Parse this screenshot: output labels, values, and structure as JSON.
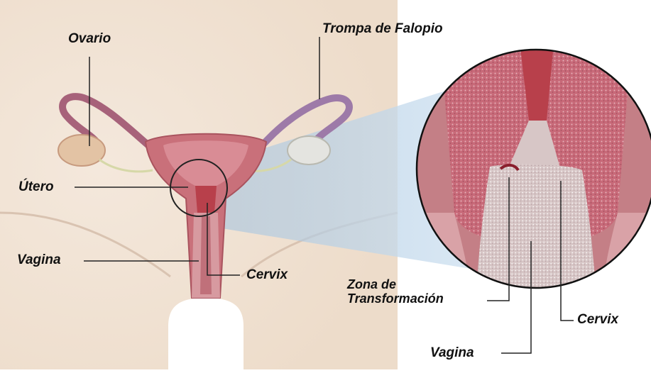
{
  "labels": {
    "ovario": "Ovario",
    "trompa": "Trompa de Falopio",
    "utero": "Útero",
    "vagina_left": "Vagina",
    "cervix_left": "Cervix",
    "zona_line1": "Zona de",
    "zona_line2": "Transformación",
    "cervix_right": "Cervix",
    "vagina_bottom": "Vagina"
  },
  "colors": {
    "skin": "#f1e3d6",
    "uterus": "#c9707a",
    "tube": "#a7627a",
    "lining": "#b8404b",
    "zoom_beam": "#bfd6ea",
    "background": "#ffffff"
  }
}
